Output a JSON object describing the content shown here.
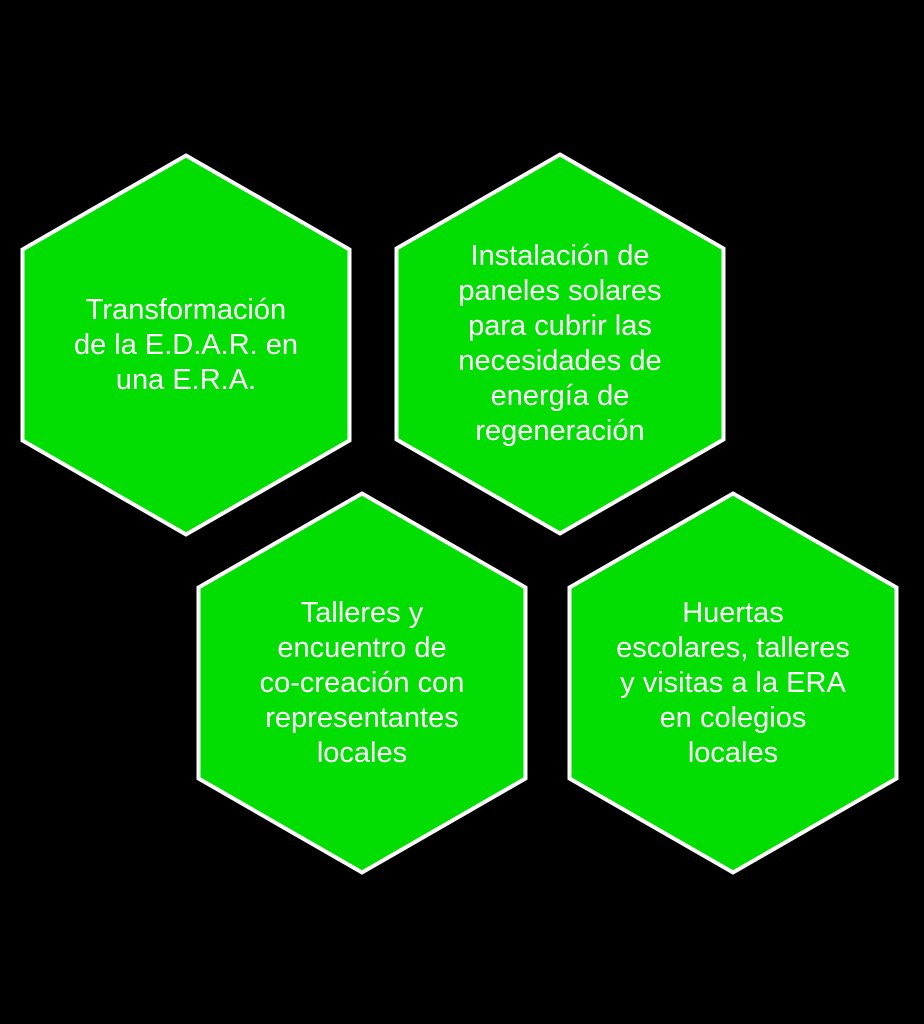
{
  "colors": {
    "background": "#000000",
    "hex_fill": "#02dd02",
    "hex_border": "#ffffff",
    "text": "#ffffff"
  },
  "hexagons": [
    {
      "lines": [
        "Transformación",
        "de la E.D.A.R. en",
        "una E.R.A."
      ]
    },
    {
      "lines": [
        "Instalación de",
        "paneles solares",
        "para cubrir las",
        "necesidades de",
        "energía de",
        "regeneración"
      ]
    },
    {
      "lines": [
        "Talleres y",
        "encuentro de",
        "co-creación con",
        "representantes",
        "locales"
      ]
    },
    {
      "lines": [
        "Huertas",
        "escolares, talleres",
        "y visitas a la ERA",
        "en colegios",
        "locales"
      ]
    }
  ]
}
